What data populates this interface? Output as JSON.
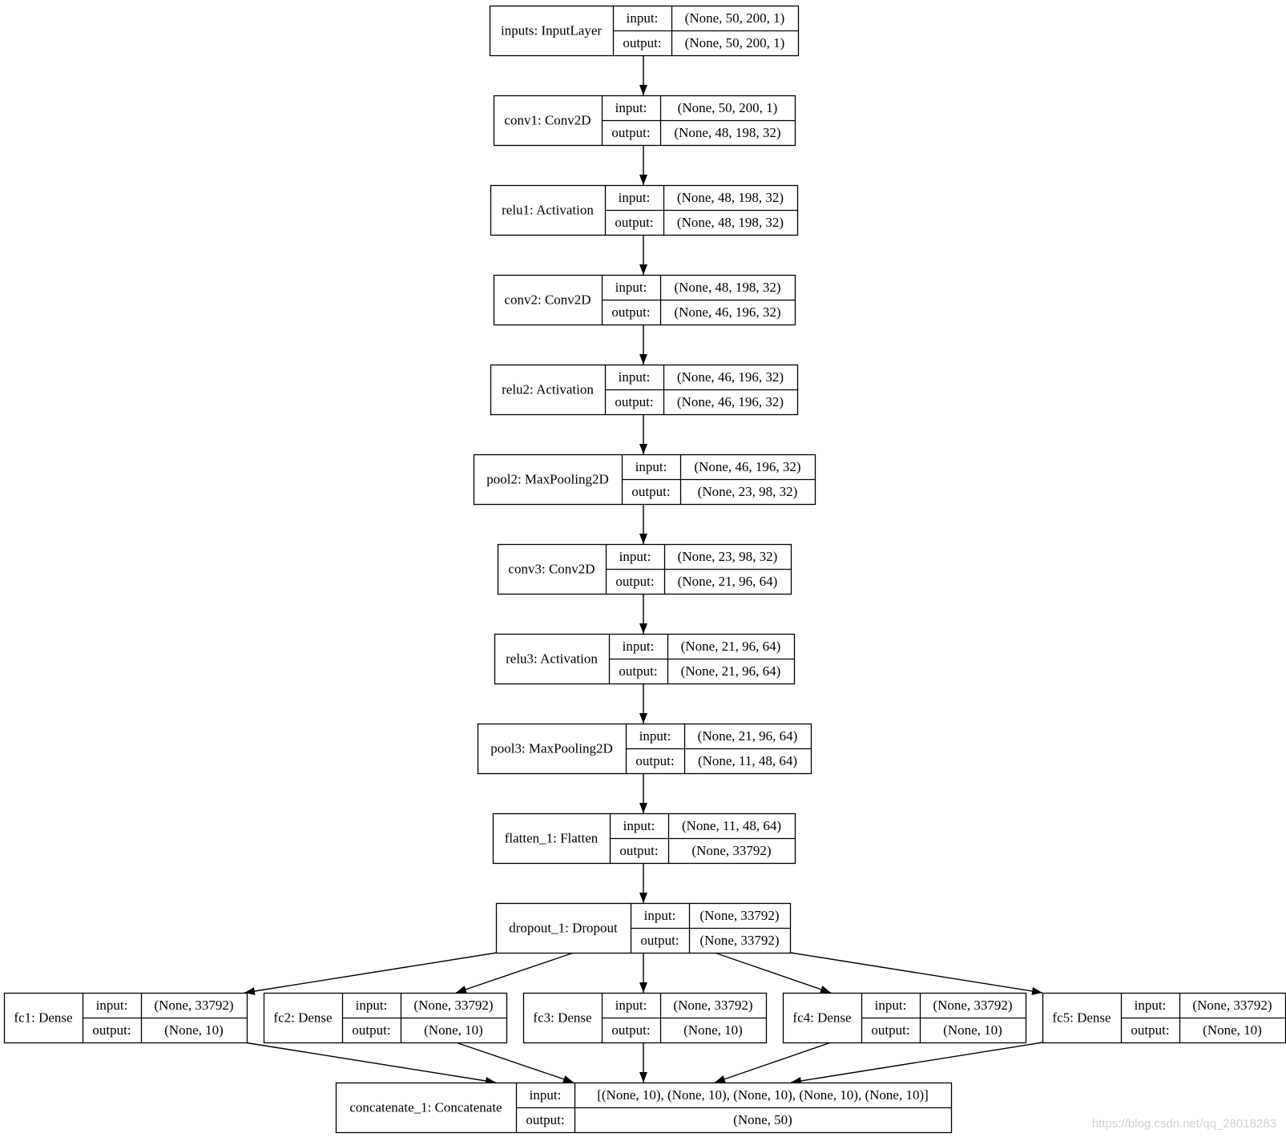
{
  "diagram": {
    "input_label": "input:",
    "output_label": "output:",
    "nodes": [
      {
        "id": "inputs",
        "name": "inputs: InputLayer",
        "input": "(None, 50, 200, 1)",
        "output": "(None, 50, 200, 1)"
      },
      {
        "id": "conv1",
        "name": "conv1: Conv2D",
        "input": "(None, 50, 200, 1)",
        "output": "(None, 48, 198, 32)"
      },
      {
        "id": "relu1",
        "name": "relu1: Activation",
        "input": "(None, 48, 198, 32)",
        "output": "(None, 48, 198, 32)"
      },
      {
        "id": "conv2",
        "name": "conv2: Conv2D",
        "input": "(None, 48, 198, 32)",
        "output": "(None, 46, 196, 32)"
      },
      {
        "id": "relu2",
        "name": "relu2: Activation",
        "input": "(None, 46, 196, 32)",
        "output": "(None, 46, 196, 32)"
      },
      {
        "id": "pool2",
        "name": "pool2: MaxPooling2D",
        "input": "(None, 46, 196, 32)",
        "output": "(None, 23, 98, 32)"
      },
      {
        "id": "conv3",
        "name": "conv3: Conv2D",
        "input": "(None, 23, 98, 32)",
        "output": "(None, 21, 96, 64)"
      },
      {
        "id": "relu3",
        "name": "relu3: Activation",
        "input": "(None, 21, 96, 64)",
        "output": "(None, 21, 96, 64)"
      },
      {
        "id": "pool3",
        "name": "pool3: MaxPooling2D",
        "input": "(None, 21, 96, 64)",
        "output": "(None, 11, 48, 64)"
      },
      {
        "id": "flatten_1",
        "name": "flatten_1: Flatten",
        "input": "(None, 11, 48, 64)",
        "output": "(None, 33792)"
      },
      {
        "id": "dropout_1",
        "name": "dropout_1: Dropout",
        "input": "(None, 33792)",
        "output": "(None, 33792)"
      },
      {
        "id": "fc1",
        "name": "fc1: Dense",
        "input": "(None, 33792)",
        "output": "(None, 10)"
      },
      {
        "id": "fc2",
        "name": "fc2: Dense",
        "input": "(None, 33792)",
        "output": "(None, 10)"
      },
      {
        "id": "fc3",
        "name": "fc3: Dense",
        "input": "(None, 33792)",
        "output": "(None, 10)"
      },
      {
        "id": "fc4",
        "name": "fc4: Dense",
        "input": "(None, 33792)",
        "output": "(None, 10)"
      },
      {
        "id": "fc5",
        "name": "fc5: Dense",
        "input": "(None, 33792)",
        "output": "(None, 10)"
      },
      {
        "id": "concatenate_1",
        "name": "concatenate_1: Concatenate",
        "input": "[(None, 10), (None, 10), (None, 10), (None, 10), (None, 10)]",
        "output": "(None, 50)"
      }
    ],
    "edges": [
      [
        "inputs",
        "conv1"
      ],
      [
        "conv1",
        "relu1"
      ],
      [
        "relu1",
        "conv2"
      ],
      [
        "conv2",
        "relu2"
      ],
      [
        "relu2",
        "pool2"
      ],
      [
        "pool2",
        "conv3"
      ],
      [
        "conv3",
        "relu3"
      ],
      [
        "relu3",
        "pool3"
      ],
      [
        "pool3",
        "flatten_1"
      ],
      [
        "flatten_1",
        "dropout_1"
      ],
      [
        "dropout_1",
        "fc1"
      ],
      [
        "dropout_1",
        "fc2"
      ],
      [
        "dropout_1",
        "fc3"
      ],
      [
        "dropout_1",
        "fc4"
      ],
      [
        "dropout_1",
        "fc5"
      ],
      [
        "fc1",
        "concatenate_1"
      ],
      [
        "fc2",
        "concatenate_1"
      ],
      [
        "fc3",
        "concatenate_1"
      ],
      [
        "fc4",
        "concatenate_1"
      ],
      [
        "fc5",
        "concatenate_1"
      ]
    ]
  },
  "watermark": "https://blog.csdn.net/qq_28018283"
}
